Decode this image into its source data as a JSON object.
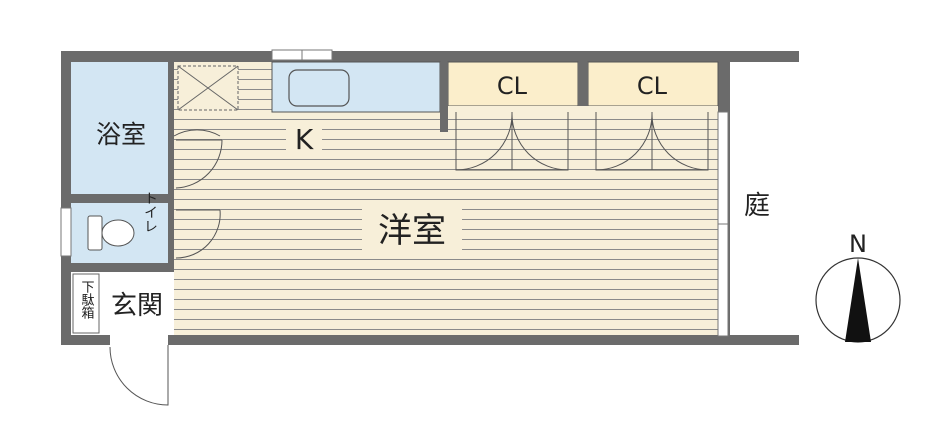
{
  "rooms": {
    "bath": "浴室",
    "kitchen": "K",
    "western": "洋室",
    "closet1": "CL",
    "closet2": "CL",
    "toilet": "トイレ",
    "entrance": "玄関",
    "shoebox": "下駄箱",
    "garden": "庭"
  },
  "compass": {
    "north": "N"
  },
  "colors": {
    "wall": "#6b6b6b",
    "floor": "#f7efd9",
    "wet_area": "#d3e6f3",
    "closet": "#fbeecb",
    "line": "#555555"
  }
}
